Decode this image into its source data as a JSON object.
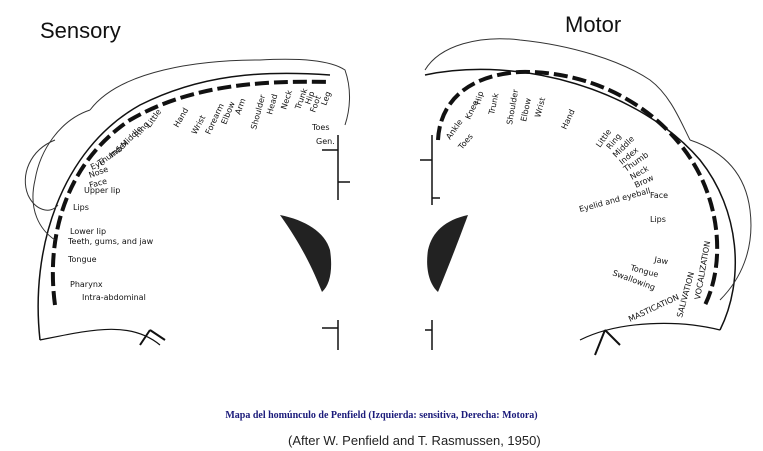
{
  "headings": {
    "sensory": "Sensory",
    "motor": "Motor"
  },
  "sensory_labels": [
    "Genitals",
    "Toes",
    "Foot",
    "Leg",
    "Hip",
    "Trunk",
    "Neck",
    "Head",
    "Shoulder",
    "Arm",
    "Elbow",
    "Forearm",
    "Wrist",
    "Hand",
    "Little",
    "Ring",
    "Middle",
    "Index",
    "Thumb",
    "Eye",
    "Nose",
    "Face",
    "Upper lip",
    "Lips",
    "Lower lip",
    "Teeth, gums, and jaw",
    "Tongue",
    "Pharynx",
    "Intra-abdominal"
  ],
  "sensory_display": [
    "Gen.",
    "Toes",
    "Foot",
    "Leg",
    "Hip",
    "Trunk",
    "Neck",
    "Head",
    "Shoulder",
    "Arm",
    "Elbow",
    "Forearm",
    "Wrist",
    "Hand",
    "Little",
    "Ring",
    "Middle",
    "Index",
    "Thumb",
    "Eye",
    "Nose",
    "Face",
    "Upper lip",
    "Lips",
    "Lower lip",
    "Teeth, gums, and jaw",
    "Tongue",
    "Pharynx",
    "Intra-abdominal"
  ],
  "motor_labels": [
    "Toes",
    "Ankle",
    "Knee",
    "Hip",
    "Trunk",
    "Shoulder",
    "Elbow",
    "Wrist",
    "Hand",
    "Little",
    "Ring",
    "Middle",
    "Index",
    "Thumb",
    "Neck",
    "Brow",
    "Eyelid and eyeball",
    "Face",
    "Lips",
    "Jaw",
    "Tongue",
    "Swallowing",
    "MASTICATION",
    "SALIVATION",
    "VOCALIZATION"
  ],
  "caption": "Mapa del homúnculo de Penfield (Izquierda: sensitiva, Derecha: Motora)",
  "credit": "(After W. Penfield and T. Rasmussen, 1950)"
}
